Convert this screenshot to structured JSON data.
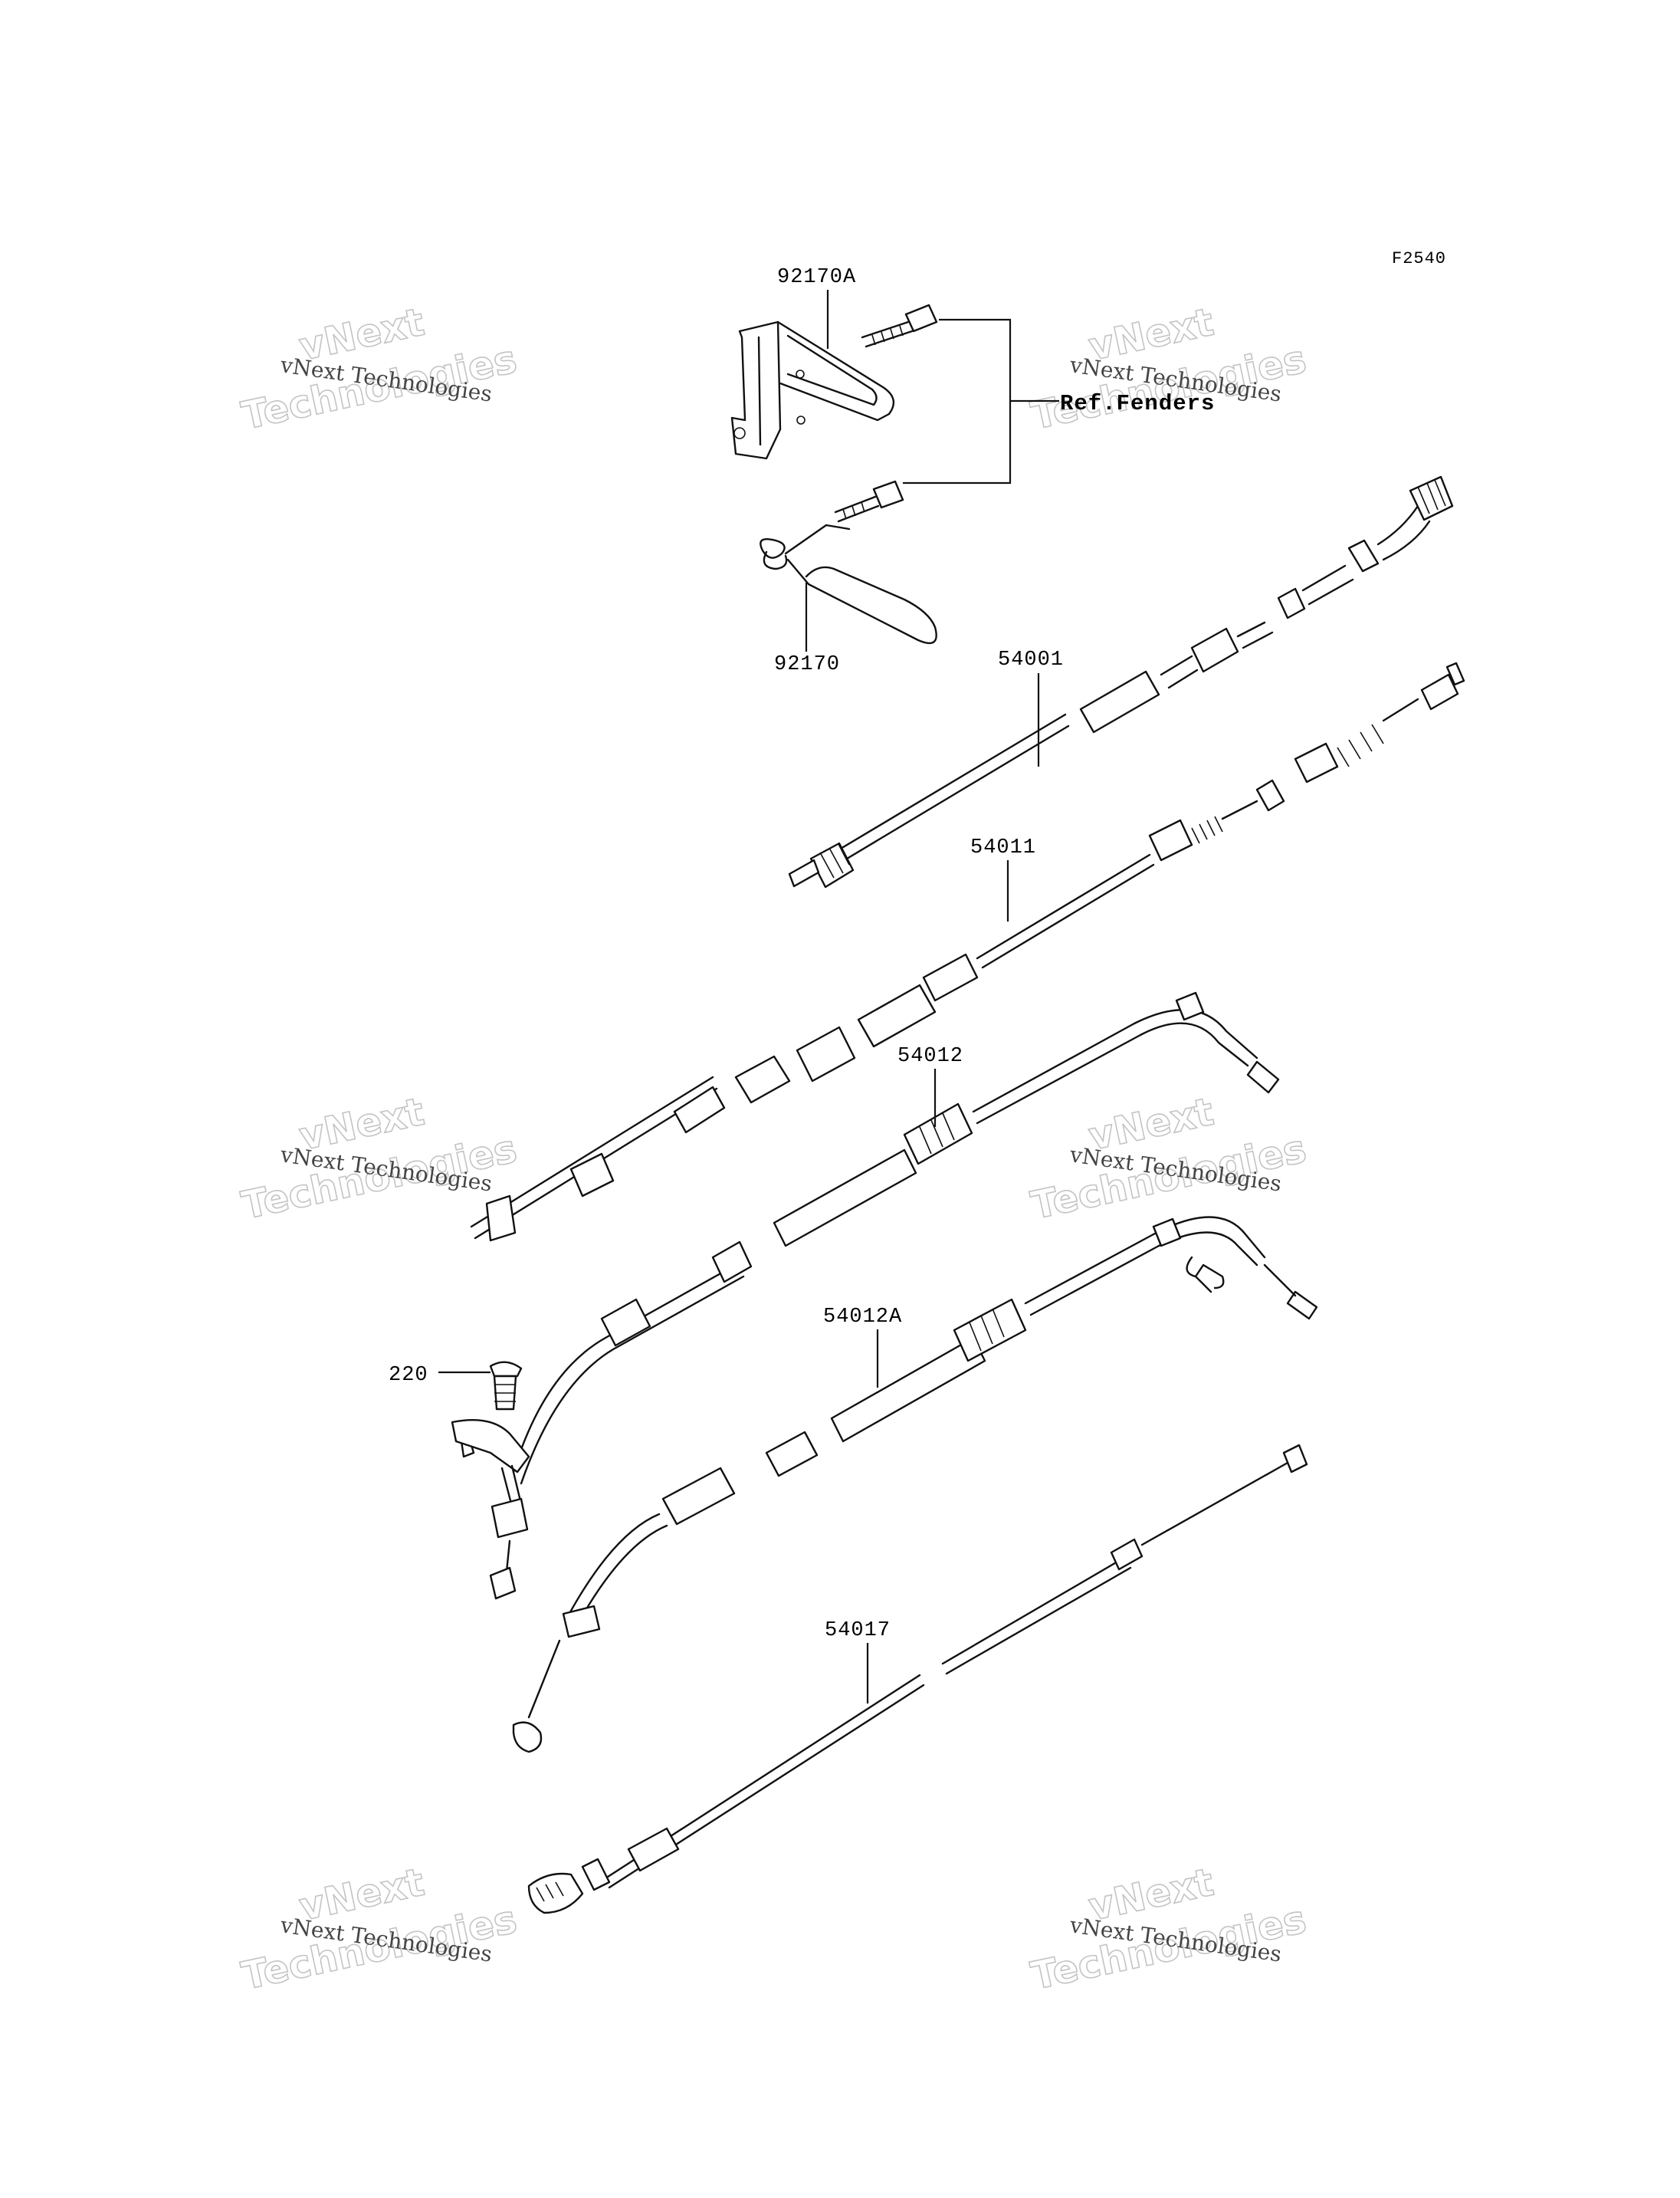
{
  "figure_code": "F2540",
  "parts": [
    {
      "id": "part-92170A",
      "number": "92170A"
    },
    {
      "id": "part-92170",
      "number": "92170"
    },
    {
      "id": "part-54001",
      "number": "54001"
    },
    {
      "id": "part-54011",
      "number": "54011"
    },
    {
      "id": "part-54012",
      "number": "54012"
    },
    {
      "id": "part-54012A",
      "number": "54012A"
    },
    {
      "id": "part-220",
      "number": "220"
    },
    {
      "id": "part-54017",
      "number": "54017"
    }
  ],
  "reference": "Ref.Fenders",
  "watermark": {
    "company": "vNext Technologies",
    "word1": "vNext",
    "word2": "Technologies"
  }
}
